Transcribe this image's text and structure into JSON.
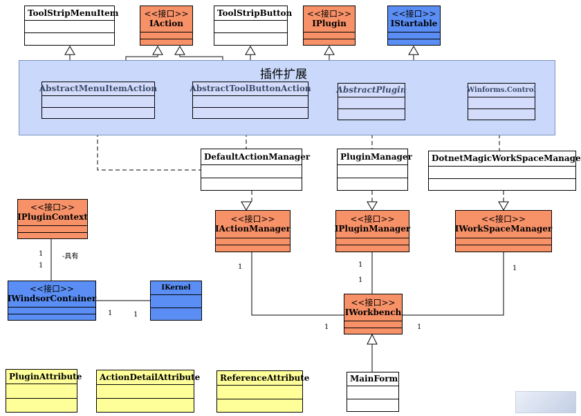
{
  "package": {
    "title": "插件扩展"
  },
  "classes": {
    "toolstripmenuitem": {
      "name": "ToolStripMenuItem"
    },
    "iaction": {
      "stereotype": "<<接口>>",
      "name": "IAction"
    },
    "toolstripbutton": {
      "name": "ToolStripButton"
    },
    "iplugin": {
      "stereotype": "<<接口>>",
      "name": "IPlugin"
    },
    "istartable": {
      "stereotype": "<<接口>>",
      "name": "IStartable"
    },
    "abstractmenuitemaction": {
      "name": "AbstractMenuItemAction"
    },
    "abstracttoolbuttonaction": {
      "name": "AbstractToolButtonAction"
    },
    "abstractplugin": {
      "name": "AbstractPlugin"
    },
    "winformscontrol": {
      "name": "Winforms.Control"
    },
    "defaultactionmanager": {
      "name": "DefaultActionManager"
    },
    "pluginmanager": {
      "name": "PluginManager"
    },
    "dotnetmagicworkspacemanager": {
      "name": "DotnetMagicWorkSpaceManager"
    },
    "iplugincontext": {
      "stereotype": "<<接口>>",
      "name": "IPluginContext"
    },
    "iactionmanager": {
      "stereotype": "<<接口>>",
      "name": "IActionManager"
    },
    "ipluginmanager": {
      "stereotype": "<<接口>>",
      "name": "IPluginManager"
    },
    "iworkspacemanager": {
      "stereotype": "<<接口>>",
      "name": "IWorkSpaceManager"
    },
    "iwindsorcontainer": {
      "stereotype": "<<接口>>",
      "name": "IWindsorContainer"
    },
    "ikernel": {
      "name": "IKernel"
    },
    "iworkbench": {
      "stereotype": "<<接口>>",
      "name": "IWorkbench"
    },
    "mainform": {
      "name": "MainForm"
    },
    "pluginattribute": {
      "name": "PluginAttribute"
    },
    "actiondetailattribute": {
      "name": "ActionDetailAttribute"
    },
    "referenceattribute": {
      "name": "ReferenceAttribute"
    }
  },
  "multiplicities": {
    "ctx_top": "1",
    "ctx_bottom": "1",
    "ctx_role": "-具有",
    "windsor_kernel_left": "1",
    "windsor_kernel_right": "1",
    "actionmgr_wb": "1",
    "pluginmgr_top": "1",
    "pluginmgr_bottom": "1",
    "wb_left": "1",
    "wb_right": "1",
    "workspace_wb": "1"
  }
}
